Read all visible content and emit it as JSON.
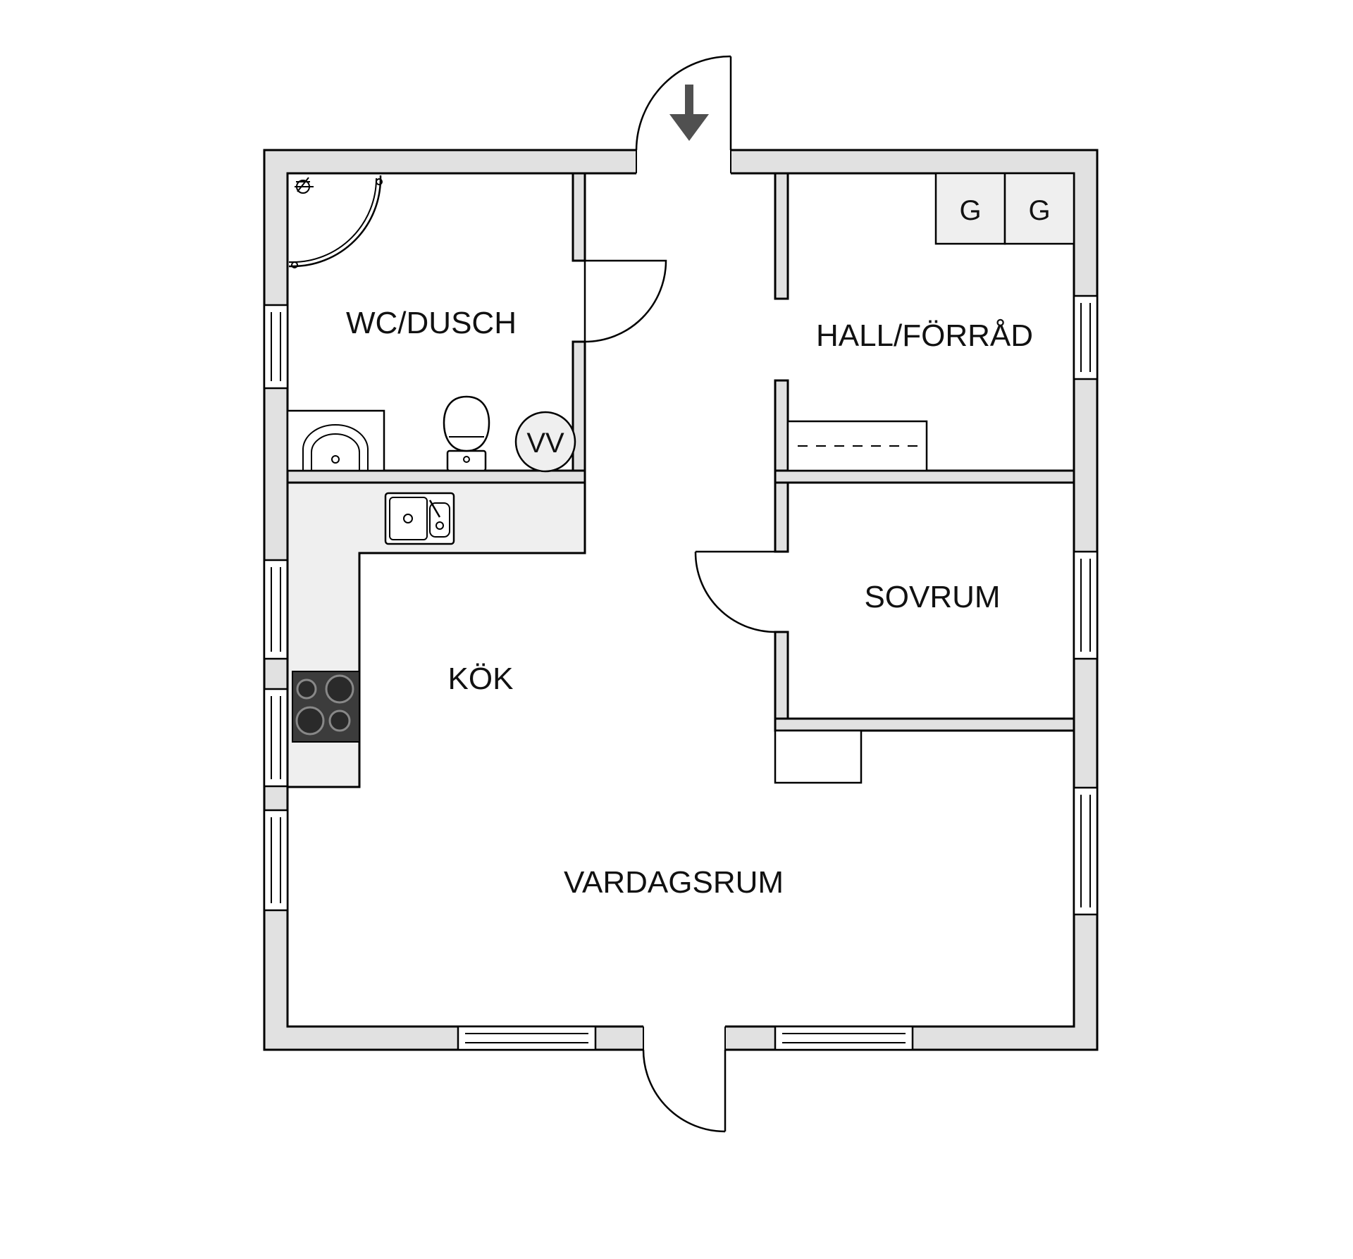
{
  "floorplan": {
    "rooms": {
      "wc": "WC/DUSCH",
      "hall": "HALL/FÖRRÅD",
      "sovrum": "SOVRUM",
      "kok": "KÖK",
      "vardagsrum": "VARDAGSRUM"
    },
    "appliances": {
      "wardrobe_1": "G",
      "wardrobe_2": "G",
      "water_heater": "VV"
    },
    "colors": {
      "wall": "#e1e1e1",
      "stove": "#3c3c3c",
      "arrow": "#505050"
    }
  }
}
